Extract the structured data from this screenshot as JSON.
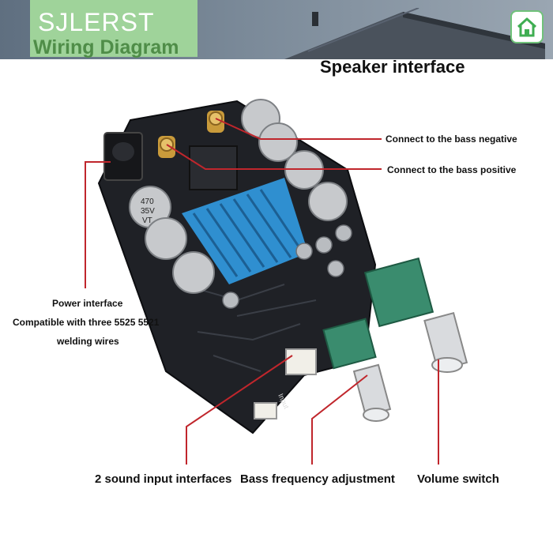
{
  "header": {
    "brand_title": "SJLERST",
    "brand_subtitle": "Wiring Diagram",
    "home_icon": "home-icon"
  },
  "title": "Speaker interface",
  "callouts": {
    "bass_negative": "Connect to the bass negative",
    "bass_positive": "Connect to the bass positive",
    "power_line1": "Power interface",
    "power_line2": "Compatible with three 5525 5521",
    "power_line3": "welding wires",
    "sound_input": "2 sound input interfaces",
    "bass_freq": "Bass frequency adjustment",
    "volume": "Volume switch"
  },
  "board": {
    "capacitor_label_1": "470",
    "capacitor_label_2": "35V",
    "capacitor_label_3": "VT",
    "input_silk": "Input"
  },
  "colors": {
    "line": "#c0262c",
    "board": "#1f2126",
    "heatsink": "#2f8fd0",
    "knob": "#3a8c6e"
  }
}
